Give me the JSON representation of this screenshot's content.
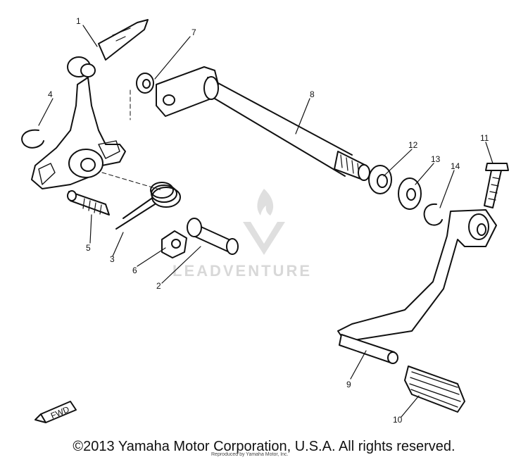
{
  "diagram": {
    "callouts": [
      "1",
      "2",
      "3",
      "4",
      "5",
      "6",
      "7",
      "8",
      "9",
      "10",
      "11",
      "12",
      "13",
      "14"
    ],
    "watermark": "LEADVENTURE",
    "front_marker": "FWD"
  },
  "footer": {
    "copyright": "©2013 Yamaha Motor Corporation, U.S.A. All rights reserved.",
    "printed_note": "Reproduced by Yamaha Motor, Inc."
  }
}
